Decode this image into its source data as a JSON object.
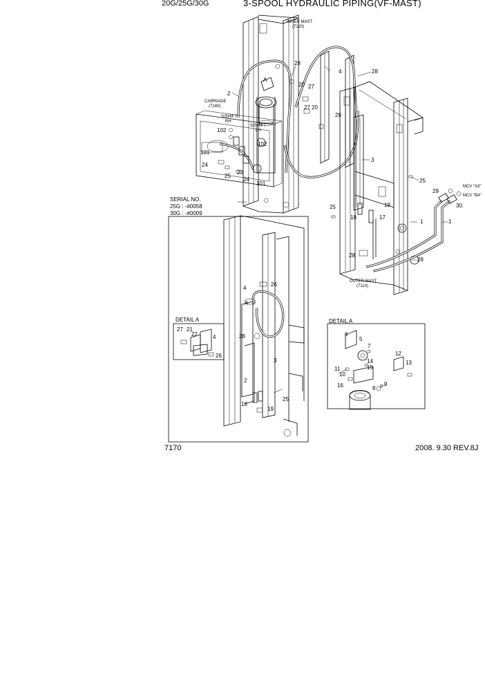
{
  "header": {
    "model": "20G/25G/30G",
    "title": "3-SPOOL HYDRAULIC PIPING(VF-MAST)"
  },
  "footer": {
    "page_number": "7170",
    "revision": "2008. 9.30  REV.8J"
  },
  "serial": {
    "heading": "SERIAL NO.",
    "line1": "25G : -#0058",
    "line2": "30G : -#0009"
  },
  "captions": {
    "inner_mast": "INNER MAST",
    "inner_mast_code": "(7120)",
    "carriage": "CARRIAGE",
    "carriage_code": "(7140)",
    "outer_mast": "OUTER MAST",
    "outer_mast_code": "(7110)",
    "sishift_rh_1": "S/SHIFT",
    "sishift_rh_2": "RH",
    "sishift_lh_1": "S/SHIFT",
    "sishift_lh_2": "LH",
    "mcv_a3": "MCV \"A3\"",
    "mcv_b4": "MCV \"B4\"",
    "detail_a_left": "DETAIL A",
    "detail_a_right": "DETAIL A",
    "view_a_main": "A",
    "view_a_inset": "A"
  },
  "callouts": {
    "main": [
      "28",
      "2",
      "4",
      "28",
      "20",
      "27",
      "27",
      "20",
      "26",
      "102",
      "102",
      "101",
      "24",
      "25",
      "23",
      "24",
      "101",
      "3",
      "25",
      "29",
      "30",
      "1",
      "1",
      "25",
      "19",
      "18",
      "17",
      "28",
      "28"
    ],
    "inset_left": [
      "4",
      "26",
      "28",
      "3",
      "2",
      "25",
      "18",
      "19"
    ],
    "detail_left": [
      "27",
      "21",
      "22",
      "4",
      "26"
    ],
    "detail_right": [
      "6",
      "5",
      "7",
      "14",
      "15",
      "11",
      "10",
      "16",
      "8",
      "9",
      "12",
      "13"
    ]
  }
}
